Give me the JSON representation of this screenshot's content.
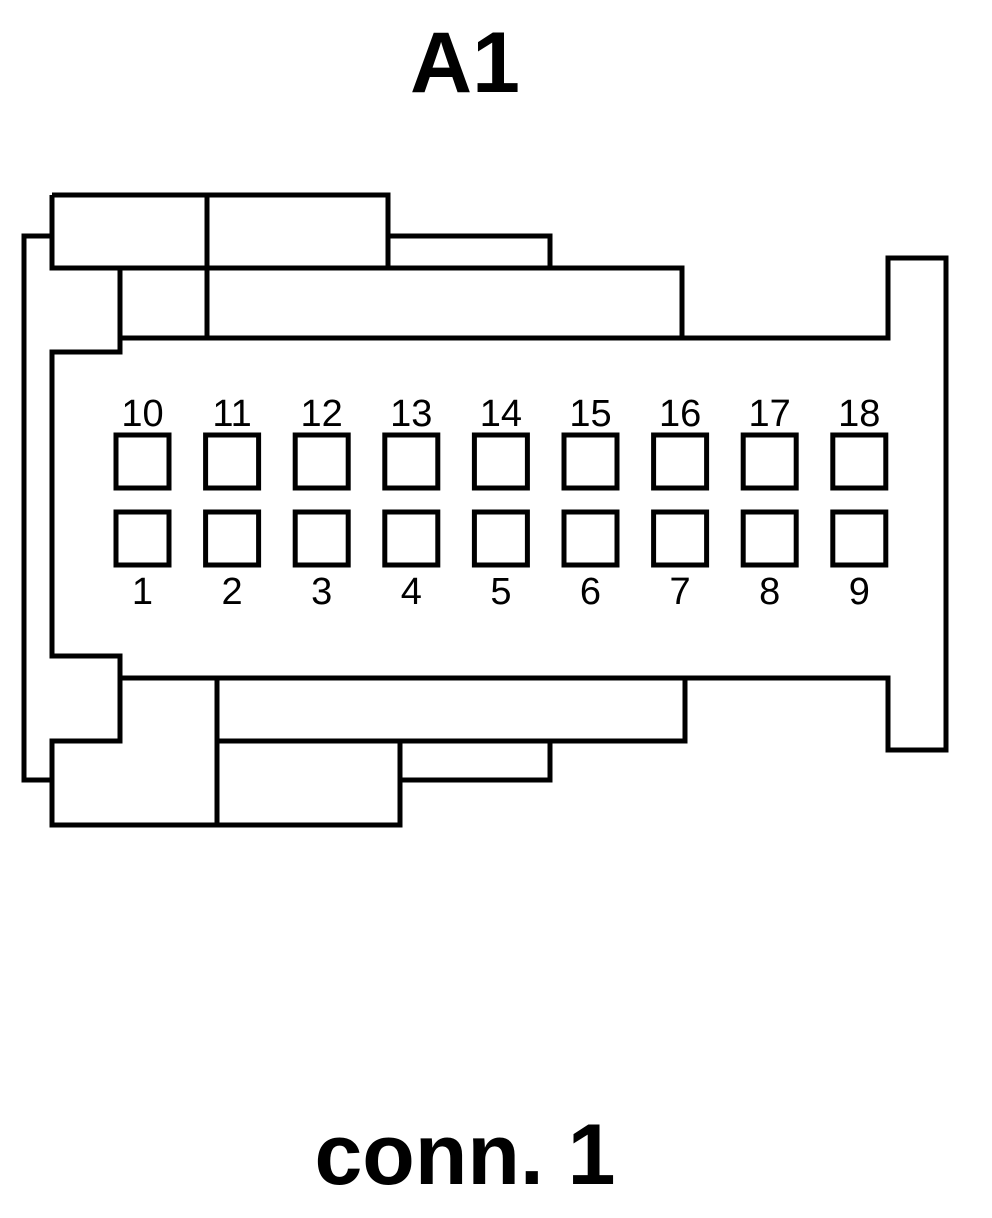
{
  "diagram": {
    "connector_id": "A1",
    "caption": "conn. 1",
    "top_row_pins": [
      "10",
      "11",
      "12",
      "13",
      "14",
      "15",
      "16",
      "17",
      "18"
    ],
    "bottom_row_pins": [
      "1",
      "2",
      "3",
      "4",
      "5",
      "6",
      "7",
      "8",
      "9"
    ],
    "colors": {
      "stroke": "#000000",
      "background": "#ffffff"
    }
  }
}
